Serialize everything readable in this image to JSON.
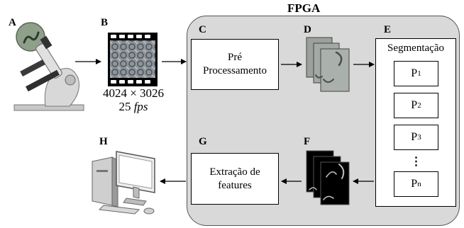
{
  "fpga_title": "FPGA",
  "labels": {
    "a": "A",
    "b": "B",
    "c": "C",
    "d": "D",
    "e": "E",
    "f": "F",
    "g": "G",
    "h": "H"
  },
  "resolution": "4024 × 3026",
  "fps_value": "25",
  "fps_unit": "fps",
  "preprocess": {
    "line1": "Pré",
    "line2": "Processamento"
  },
  "segmentation_title": "Segmentação",
  "partitions": [
    {
      "base": "P",
      "sub": "1"
    },
    {
      "base": "P",
      "sub": "2"
    },
    {
      "base": "P",
      "sub": "3"
    },
    {
      "base": "P",
      "sub": "n"
    }
  ],
  "vertical_ellipsis": "⋮",
  "feature_extraction": {
    "line1": "Extração de",
    "line2": "features"
  }
}
